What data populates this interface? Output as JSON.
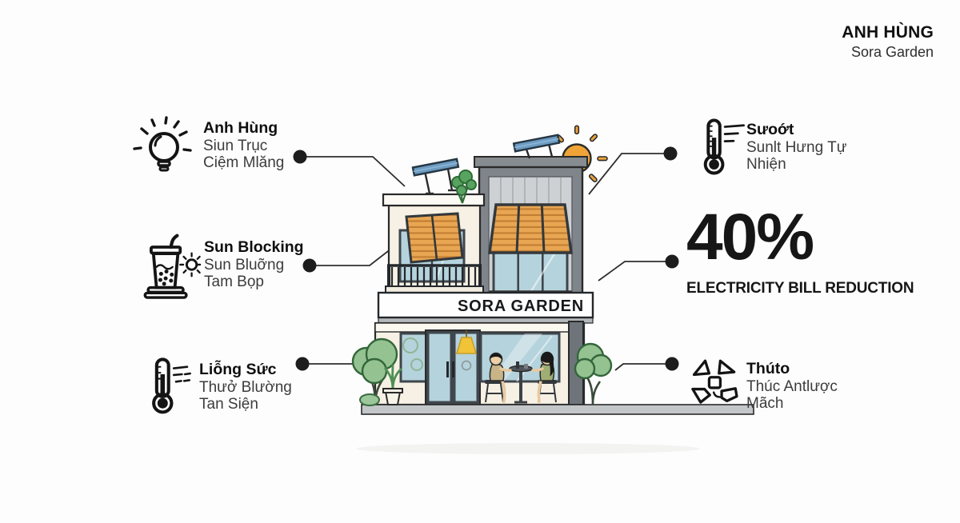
{
  "header": {
    "title": "ANH HÙNG",
    "subtitle": "Sora Garden"
  },
  "building": {
    "sign": "SORA GARDEN"
  },
  "callouts": {
    "left": [
      {
        "icon": "lightbulb-icon",
        "title": "Anh Hùng",
        "lines": [
          "Siun Trục",
          "Ciệm Mlăng"
        ]
      },
      {
        "icon": "bubble-tea-sun-icon",
        "title": "Sun Blocking",
        "lines": [
          "Sun Bluỡng",
          "Tam Bọp"
        ]
      },
      {
        "icon": "thermometer-motion-icon",
        "title": "Liỗng Sức",
        "lines": [
          "Thưở Blường",
          "Tan Siện"
        ]
      }
    ],
    "right": [
      {
        "icon": "thermometer-lines-icon",
        "title": "Sưoớt",
        "lines": [
          "Sunlt Hưng Tự",
          "Nhiện"
        ]
      },
      {
        "icon": "fan-icon",
        "title": "Thúto",
        "lines": [
          "Thúc Antlược",
          "Mãch"
        ]
      }
    ]
  },
  "stat": {
    "value": "40%",
    "label": "ELECTRICITY BILL REDUCTION"
  },
  "colors": {
    "ink": "#1c1c1c",
    "sun_orange": "#f0a437",
    "awning_orange": "#e8a653",
    "glass_blue": "#b5d3dc",
    "wall_cream": "#f6f1e4",
    "tower_gray": "#7f858a",
    "tree_green": "#94c290"
  }
}
